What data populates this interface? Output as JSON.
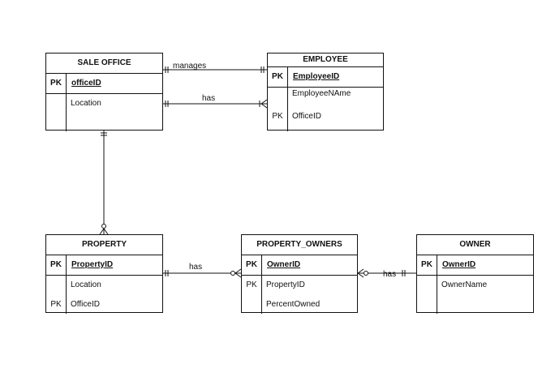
{
  "entities": {
    "sale_office": {
      "title": "SALE OFFICE",
      "pk_label": "PK",
      "pk_field": "officeID",
      "attrs": [
        "Location"
      ]
    },
    "employee": {
      "title": "EMPLOYEE",
      "pk_label": "PK",
      "pk_field": "EmployeeID",
      "attrs": [
        "EmployeeNAme",
        "OfficeID"
      ],
      "attr_keys": [
        "",
        "PK"
      ]
    },
    "property": {
      "title": "PROPERTY",
      "pk_label": "PK",
      "pk_field": "PropertyID",
      "attrs": [
        "Location",
        "OfficeID"
      ],
      "attr_keys": [
        "",
        "PK"
      ]
    },
    "property_owners": {
      "title": "PROPERTY_OWNERS",
      "pk_label": "PK",
      "pk_field": "OwnerID",
      "attrs": [
        "PropertyID",
        "PercentOwned"
      ],
      "attr_keys": [
        "PK",
        ""
      ]
    },
    "owner": {
      "title": "OWNER",
      "pk_label": "PK",
      "pk_field": "OwnerID",
      "attrs": [
        "OwnerName"
      ]
    }
  },
  "relationships": {
    "office_employee_manages": "manages",
    "office_employee_has": "has",
    "property_owners_has": "has",
    "owner_has": "has"
  }
}
